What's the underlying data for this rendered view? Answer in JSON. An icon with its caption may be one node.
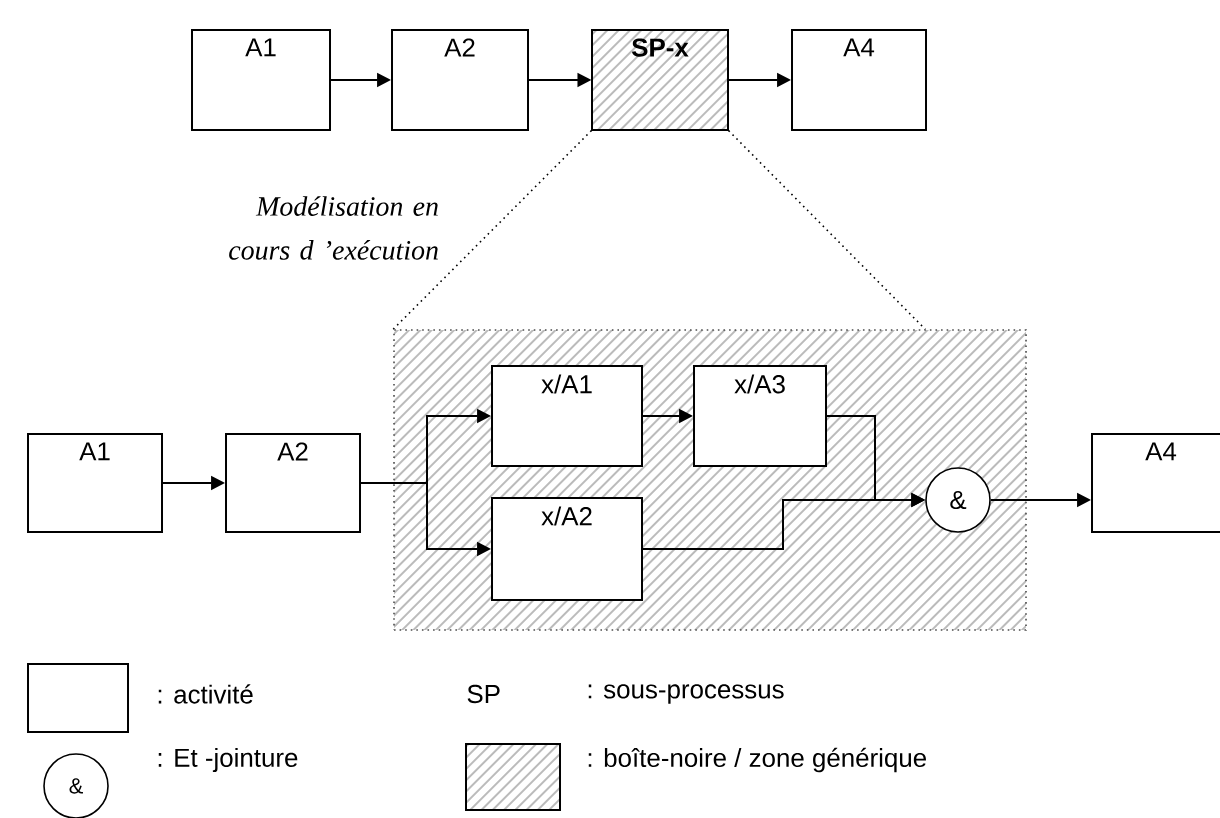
{
  "diagram": {
    "nodes": [
      {
        "text": [
          "A1"
        ]
      },
      {
        "text": [
          "A2"
        ]
      },
      {
        "text": [
          "SP-x"
        ]
      },
      {
        "text": [
          "A4"
        ]
      },
      {
        "text": [],
        "shape": "box"
      },
      {
        "text": [
          "A1"
        ]
      },
      {
        "text": [
          "A2"
        ]
      },
      {
        "text": [
          "x/A1"
        ],
        "in": 4
      },
      {
        "text": [
          "x/A3"
        ],
        "in": 4
      },
      {
        "text": [
          "x/A2"
        ],
        "in": 4
      },
      {
        "text": [
          "&"
        ],
        "in": 4
      },
      {
        "text": [
          "A4"
        ]
      }
    ],
    "edges": [
      {
        "from": 0,
        "to": 1,
        "arrow": "to"
      },
      {
        "from": 1,
        "to": 2,
        "arrow": "to"
      },
      {
        "from": 2,
        "to": 3,
        "arrow": "to"
      },
      {
        "from": 2,
        "to": 4,
        "arrow": "none",
        "style": "dashed"
      },
      {
        "from": 2,
        "to": 4,
        "arrow": "none",
        "style": "dashed"
      },
      {
        "from": 5,
        "to": 6,
        "arrow": "to"
      },
      {
        "from": 6,
        "to": 7,
        "arrow": "to"
      },
      {
        "from": 6,
        "to": 9,
        "arrow": "to"
      },
      {
        "from": 7,
        "to": 8,
        "arrow": "to"
      },
      {
        "from": 8,
        "to": 10,
        "arrow": "to"
      },
      {
        "from": 9,
        "to": 10,
        "arrow": "to"
      },
      {
        "from": 10,
        "to": 11,
        "arrow": "to"
      }
    ],
    "labels": [
      "Modélisation en cours d ’exécution",
      "SP",
      "&"
    ],
    "legend": [
      {
        "text": ": activité"
      },
      {
        "text": ": Et -jointure"
      },
      {
        "text": ": sous-processus"
      },
      {
        "text": ": boîte-noire / zone générique"
      }
    ]
  }
}
